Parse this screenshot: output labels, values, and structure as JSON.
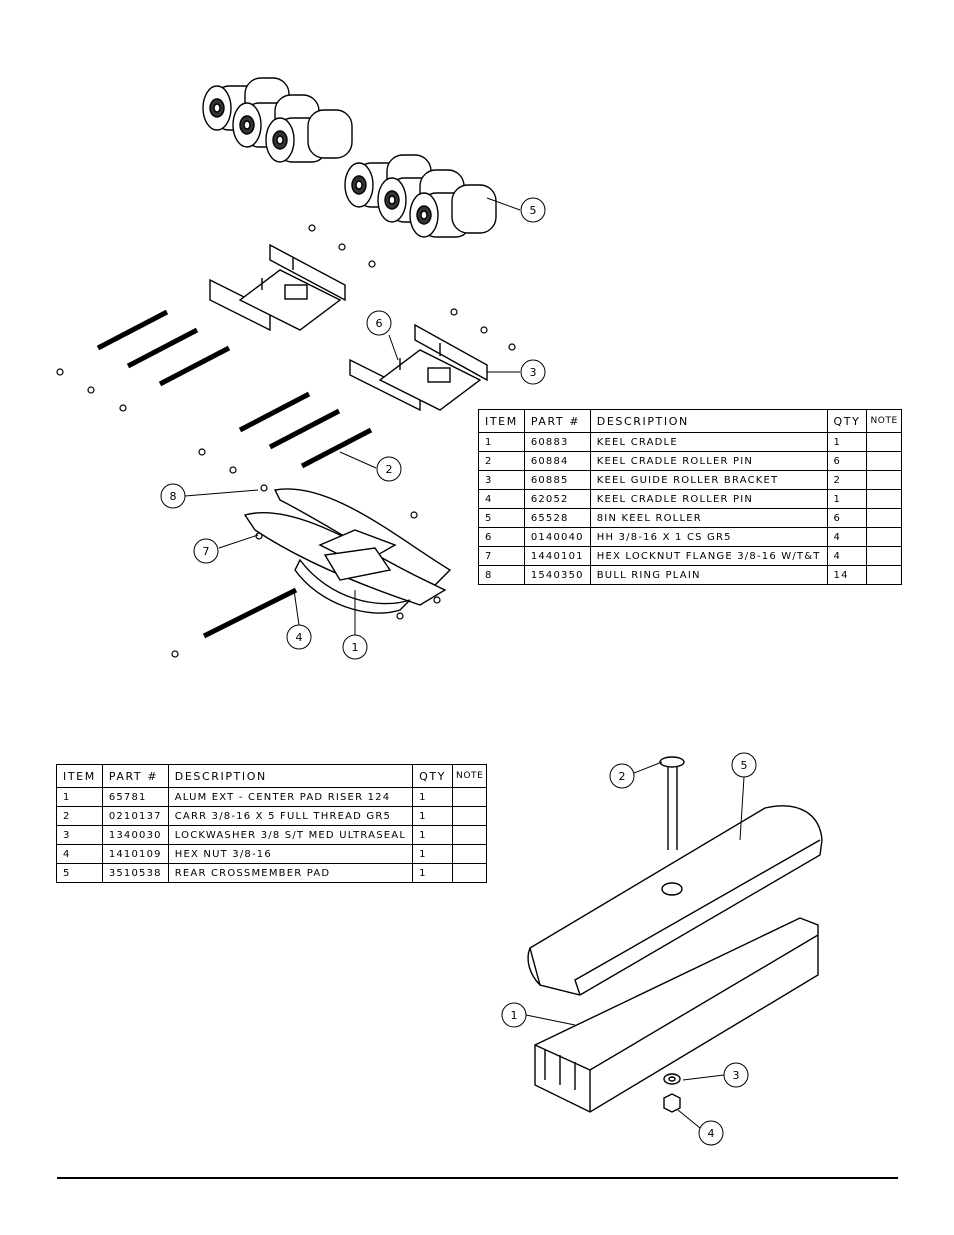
{
  "upper_table": {
    "headers": {
      "item": "ITEM",
      "part": "PART #",
      "description": "DESCRIPTION",
      "qty": "QTY",
      "note": "NOTE"
    },
    "rows": [
      {
        "item": "1",
        "part": "60883",
        "description": "KEEL CRADLE",
        "qty": "1",
        "note": ""
      },
      {
        "item": "2",
        "part": "60884",
        "description": "KEEL CRADLE ROLLER PIN",
        "qty": "6",
        "note": ""
      },
      {
        "item": "3",
        "part": "60885",
        "description": "KEEL GUIDE ROLLER BRACKET",
        "qty": "2",
        "note": ""
      },
      {
        "item": "4",
        "part": "62052",
        "description": "KEEL CRADLE ROLLER PIN",
        "qty": "1",
        "note": ""
      },
      {
        "item": "5",
        "part": "65528",
        "description": "8IN KEEL ROLLER",
        "qty": "6",
        "note": ""
      },
      {
        "item": "6",
        "part": "0140040",
        "description": "HH 3/8-16 X 1 CS GR5",
        "qty": "4",
        "note": ""
      },
      {
        "item": "7",
        "part": "1440101",
        "description": "HEX LOCKNUT FLANGE 3/8-16 W/T&T",
        "qty": "4",
        "note": ""
      },
      {
        "item": "8",
        "part": "1540350",
        "description": "BULL RING PLAIN",
        "qty": "14",
        "note": ""
      }
    ]
  },
  "lower_table": {
    "headers": {
      "item": "ITEM",
      "part": "PART #",
      "description": "DESCRIPTION",
      "qty": "QTY",
      "note": "NOTE"
    },
    "rows": [
      {
        "item": "1",
        "part": "65781",
        "description": "ALUM EXT - CENTER PAD RISER 124",
        "qty": "1",
        "note": ""
      },
      {
        "item": "2",
        "part": "0210137",
        "description": "CARR 3/8-16 X 5 FULL THREAD GR5",
        "qty": "1",
        "note": ""
      },
      {
        "item": "3",
        "part": "1340030",
        "description": "LOCKWASHER 3/8 S/T MED ULTRASEAL",
        "qty": "1",
        "note": ""
      },
      {
        "item": "4",
        "part": "1410109",
        "description": "HEX NUT 3/8-16",
        "qty": "1",
        "note": ""
      },
      {
        "item": "5",
        "part": "3510538",
        "description": "REAR CROSSMEMBER PAD",
        "qty": "1",
        "note": ""
      }
    ]
  },
  "upper_callouts": [
    "5",
    "6",
    "3",
    "2",
    "8",
    "7",
    "4",
    "1"
  ],
  "lower_callouts": [
    "2",
    "5",
    "1",
    "3",
    "4"
  ]
}
